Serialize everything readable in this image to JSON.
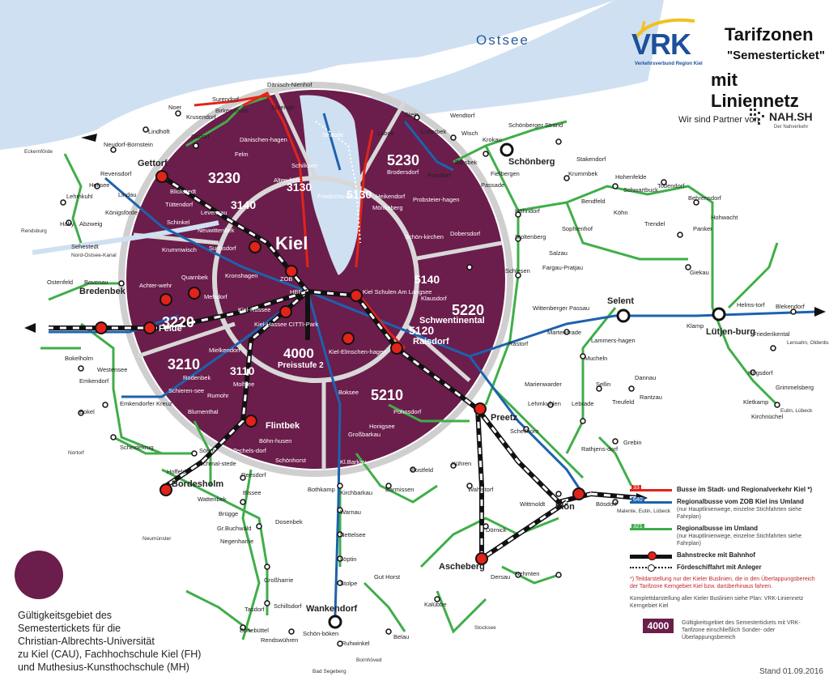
{
  "header": {
    "sea_label": "Ostsee",
    "title_line1": "Tarifzonen",
    "title_line2": "\"Semesterticket\"",
    "title_line3": "mit Liniennetz",
    "brand_name": "VRK",
    "brand_sub": "Verkehrsverbund Region Kiel",
    "partner_text": "Wir sind Partner von",
    "partner_name": "NAH.SH",
    "partner_sub": "Der Nahverkehr"
  },
  "zones": [
    {
      "label": "3230"
    },
    {
      "label": "3140"
    },
    {
      "label": "3130"
    },
    {
      "label": "5130"
    },
    {
      "label": "5230"
    },
    {
      "label": "5140"
    },
    {
      "label": "5220"
    },
    {
      "label": "5120"
    },
    {
      "label": "3220"
    },
    {
      "label": "3210"
    },
    {
      "label": "3110"
    },
    {
      "label": "5210"
    }
  ],
  "core": {
    "label": "4000",
    "sublabel": "Preisstufe 2",
    "city": "Kiel"
  },
  "places": [
    "Noer",
    "Lindhöft",
    "Krusendorf",
    "Surendorf",
    "Birken-moor",
    "Dänisch-Nienhof",
    "Sprenge",
    "Osdorf",
    "Neudorf-Bornstein",
    "Dänischen-hagen",
    "Felm",
    "Strande",
    "Laboe",
    "Stein",
    "Wendtorf",
    "Lutterbek",
    "Wisch",
    "Krokau",
    "Schönberger Strand",
    "Stakendorf",
    "Schönberg",
    "Barsbek",
    "Fiefbergen",
    "Passade",
    "Krummbek",
    "Hohenfelde",
    "Todendorf",
    "Schwartbuck",
    "Behrensdorf",
    "Bendfeld",
    "Köhn",
    "Trendel",
    "Hohwacht",
    "Panker",
    "Giekau",
    "Gettorf",
    "Revensdorf",
    "Holtsee",
    "Lindau",
    "Blickstedt",
    "Tüttendorf",
    "Levensau",
    "Königsförde",
    "Lehmkuhl",
    "Haby",
    "Abzweig",
    "Sehestedt",
    "Schinkel",
    "Neuwittenbek",
    "Alten-holz",
    "Schilksee",
    "Friedrichs-ort",
    "Heikendorf",
    "Mönkeberg",
    "Brodersdorf",
    "Prasdorf",
    "Probsteier-hagen",
    "Schön-kirchen",
    "Dobersdorf",
    "Höhndorf",
    "Stoltenberg",
    "Sophienhof",
    "Salzau",
    "Fargau-Pratjau",
    "Schlesen",
    "Krummwisch",
    "Suchsdorf",
    "Ostenfeld",
    "Bovenau",
    "Bredenbek",
    "Achter-wehr",
    "Quarnbek",
    "Kronshagen",
    "ZOB",
    "HBF",
    "Melsdorf",
    "Kiel-Russee",
    "Kiel-Hassee CITTI-Park",
    "Kiel Schulen Am Langsee",
    "Klausdorf",
    "Schwentinental",
    "Raisdorf",
    "Kiel-Elmschen-hagen",
    "Wittenberger Passau",
    "Selent",
    "Klamp",
    "Lütjen-burg",
    "Helms-torf",
    "Blekendorf",
    "Friederikental",
    "Martensrade",
    "Rastorf",
    "Lammers-hagen",
    "Mucheln",
    "Felde",
    "Mielkendorf",
    "Rodenbek",
    "Molfsee",
    "Westensee",
    "Emkendorf",
    "Bokelholm",
    "Schieren-see",
    "Rumohr",
    "Emkendorfer Kreuz",
    "Bokel",
    "Blumenthal",
    "Flintbek",
    "Böhn-husen",
    "Techels-dorf",
    "Schönhorst",
    "Boksee",
    "Pohnsdorf",
    "Honigsee",
    "Großbarkau",
    "Kl.Barkau",
    "Preetz",
    "Dannau",
    "Högsdorf",
    "Grimmelsberg",
    "Kletkamp",
    "Kirchnüchel",
    "Lehmkuhlen",
    "Lebrade",
    "Sellin",
    "Treufeld",
    "Rantzau",
    "Schellhorn",
    "Grebin",
    "Rathjens-dorf",
    "Scheidekrug",
    "Sören",
    "Schmal-stede",
    "Hoffeld",
    "Reesdorf",
    "Bordesholm",
    "Wattenbek",
    "Bissee",
    "Brügge",
    "Dosenbek",
    "Gr.Buchwald",
    "Negenharrie",
    "Großharrie",
    "Tasdorf",
    "Schillsdorf",
    "Bönebüttel",
    "Wankendorf",
    "Schön-böken",
    "Ruhwinkel",
    "Rendswühren",
    "Belau",
    "Bothkamp",
    "Kirchbarkau",
    "Barmissen",
    "Postfeld",
    "Kühren",
    "Wahlstorf",
    "Warnau",
    "Nettelsee",
    "Löptin",
    "Stolpe",
    "Gut Horst",
    "Ascheberg",
    "Dersau",
    "Nehmten",
    "Kalübbe",
    "Dörnick",
    "Plön",
    "Bösdorf",
    "Wittmoldt",
    "Marienwarder"
  ],
  "edge_labels": [
    "Eckernförde",
    "Rendsburg",
    "Nord-Ostsee-Kanal",
    "Neumünster",
    "Nortorf",
    "Bad Segeberg",
    "Lensahn, Oldenburg",
    "Malente, Eutin, Lübeck",
    "Eutin, Lübeck",
    "Bornhöved",
    "Stocksee"
  ],
  "legend": {
    "items": [
      {
        "code": "33",
        "label": "Busse im Stadt- und Regionalverkehr Kiel *)",
        "color": "#e2231a"
      },
      {
        "code": "640",
        "label": "Regionalbusse vom ZOB Kiel ins Umland",
        "note": "(nur Hauptlinienwege, einzelne Stichfahrten siehe Fahrplan)",
        "color": "#1d62ae"
      },
      {
        "code": "321",
        "label": "Regionalbusse im Umland",
        "note": "(nur Hauptlinienwege, einzelne Stichfahrten siehe Fahrplan)",
        "color": "#3fae49"
      },
      {
        "code": "",
        "label": "Bahnstrecke mit Bahnhof",
        "color": "#111111"
      },
      {
        "code": "",
        "label": "Fördeschiffahrt mit Anleger",
        "color": "#111111"
      }
    ],
    "footnote": "*) Teildarstellung nur der Kieler Buslinien, die in den Überlappungsbereich der Tarifzone Kerngebiet Kiel bzw. darüberhinaus fahren.",
    "complete_ref": "Komplettdarstellung aller Kieler Buslinien siehe Plan: VRK-Liniennetz Kerngebiet Kiel",
    "zone_code": "4000",
    "zone_text": "Gültigkeitsgebiet des Semestertickets mit VRK-Tarifzone einschließlich Sonder- oder Überlappungsbereich"
  },
  "validity": {
    "line1": "Gültigkeitsgebiet des",
    "line2": "Semestertickets für die",
    "line3": "Christian-Albrechts-Universität",
    "line4": "zu Kiel (CAU), Fachhochschule Kiel (FH)",
    "line5": "und Muthesius-Kunsthochschule (MH)"
  },
  "stand": "Stand 01.09.2016",
  "colors": {
    "zone": "#6b1d4b",
    "sea": "#cfe0f2",
    "ring": "#cccccc",
    "bus_red": "#e2231a",
    "bus_blue": "#1d62ae",
    "bus_green": "#3fae49"
  }
}
